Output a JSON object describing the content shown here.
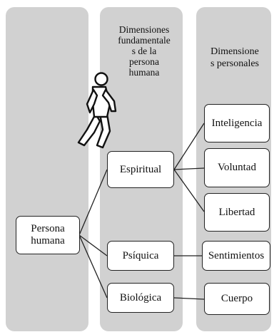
{
  "headers": {
    "mid": "Dimensiones\nfundamentale\ns de la\npersona\nhumana",
    "right": "Dimensione\ns personales"
  },
  "nodes": {
    "root": "Persona\nhumana",
    "espiritual": "Espiritual",
    "psiquica": "Psíquica",
    "biologica": "Biológica",
    "inteligencia": "Inteligencia",
    "voluntad": "Voluntad",
    "libertad": "Libertad",
    "sentimientos": "Sentimientos",
    "cuerpo": "Cuerpo"
  },
  "icon": "walking-person-icon",
  "colors": {
    "column": "#d1d1d1",
    "node_border": "#222222"
  }
}
